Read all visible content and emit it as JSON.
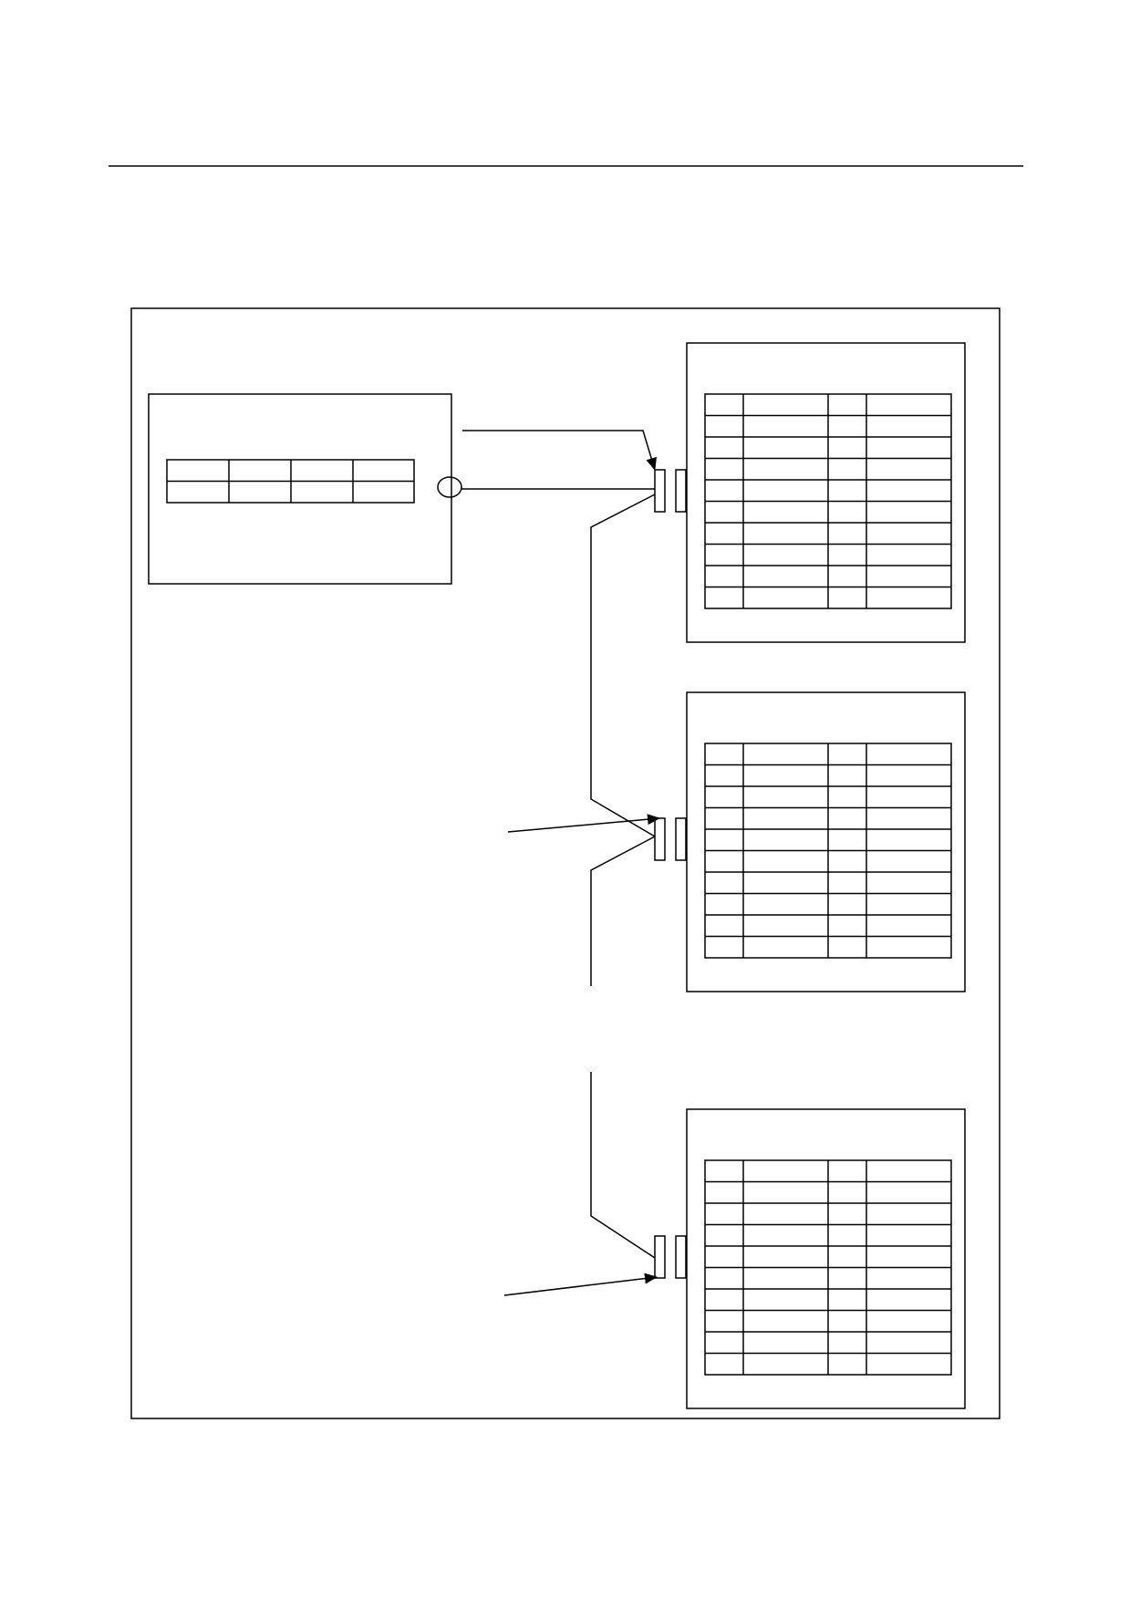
{
  "diagram": {
    "stroke_color": "#000000",
    "background": "#ffffff",
    "source_table": {
      "rows": 2,
      "cols": 4
    },
    "target_tables": [
      {
        "rows": 10,
        "cols": 4
      },
      {
        "rows": 10,
        "cols": 4
      },
      {
        "rows": 10,
        "cols": 4
      }
    ]
  }
}
